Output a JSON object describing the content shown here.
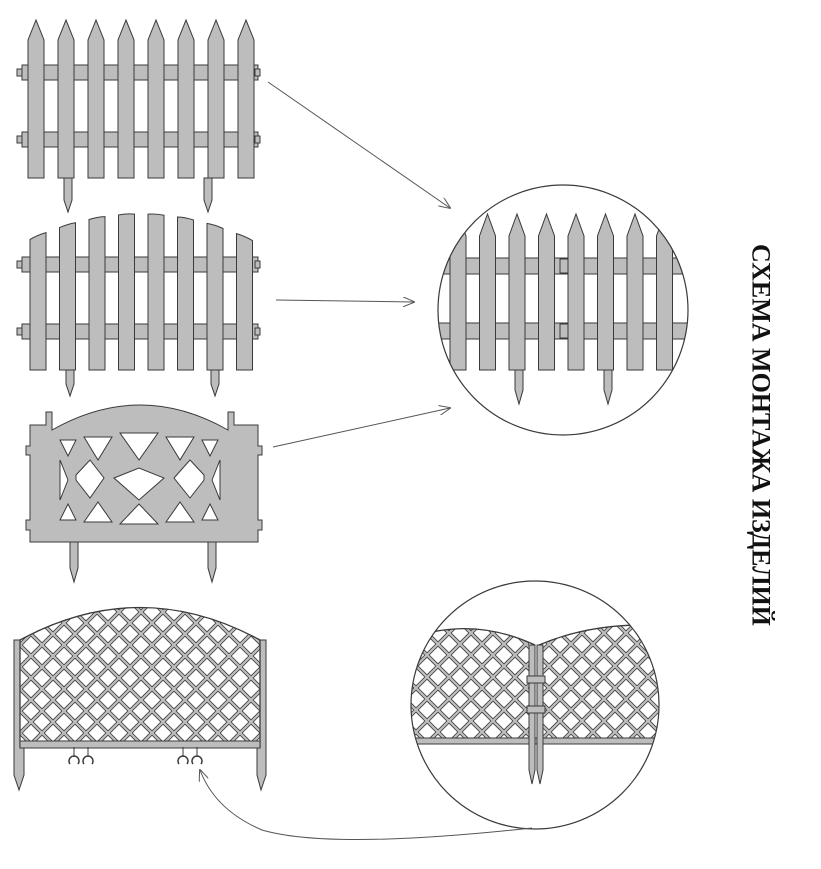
{
  "title": "СХЕМА МОНТАЖА ИЗДЕЛИЙ",
  "colors": {
    "fill": "#bdbdbd",
    "stroke": "#3a3a3a",
    "arrow": "#555555",
    "background": "#ffffff",
    "text": "#111111"
  },
  "panels": [
    {
      "name": "picket-fence-pointed",
      "pickets": 8,
      "top_style": "pointed"
    },
    {
      "name": "picket-fence-arched",
      "pickets": 8,
      "top_style": "arched"
    },
    {
      "name": "lattice-fence-gothic",
      "style": "diamond-lattice-with-arch"
    },
    {
      "name": "trellis-fence-grid",
      "style": "diagonal-grid-with-clips"
    }
  ],
  "details": [
    {
      "name": "detail-picket-joint",
      "pickets": 8
    },
    {
      "name": "detail-trellis-joint"
    }
  ]
}
